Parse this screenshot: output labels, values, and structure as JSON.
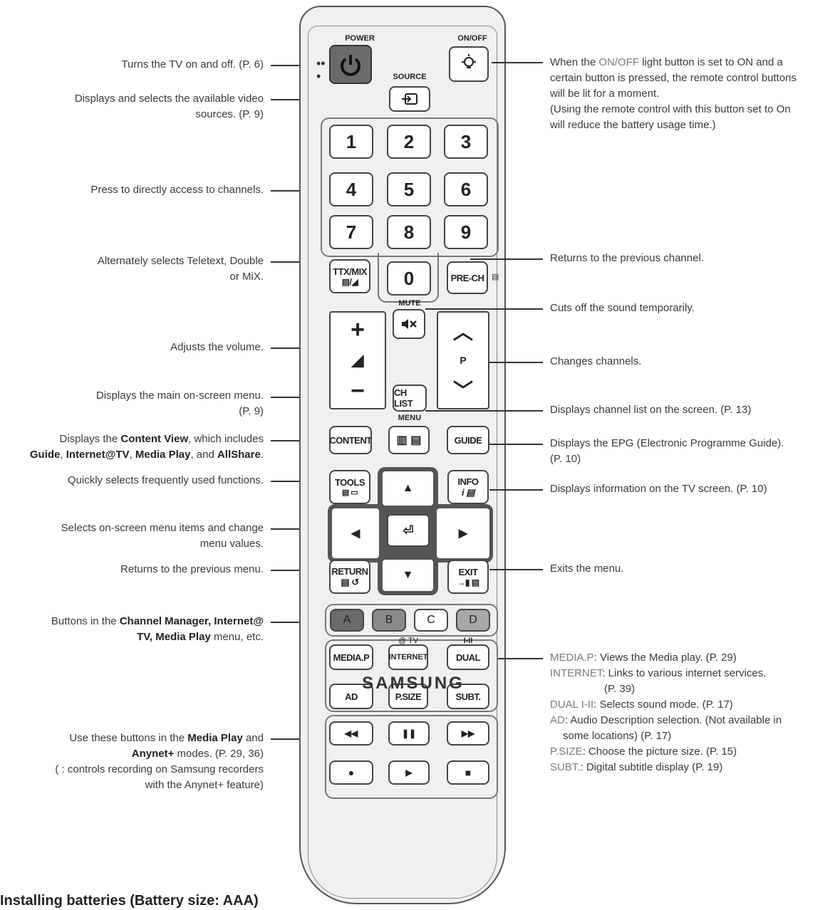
{
  "annotations_left": [
    {
      "id": "power",
      "lines": [
        "Turns the TV on and off. (P. 6)"
      ]
    },
    {
      "id": "source",
      "lines": [
        "Displays and selects the available video",
        "sources. (P. 9)"
      ]
    },
    {
      "id": "numbers",
      "lines": [
        "Press to directly access to channels."
      ]
    },
    {
      "id": "ttx",
      "lines": [
        "Alternately selects Teletext, Double",
        "or MiX."
      ]
    },
    {
      "id": "volume",
      "lines": [
        "Adjusts the volume."
      ]
    },
    {
      "id": "menu",
      "lines": [
        "Displays the main on-screen menu.",
        "(P. 9)"
      ]
    },
    {
      "id": "tools",
      "lines": [
        "Quickly selects frequently used functions."
      ]
    },
    {
      "id": "nav",
      "lines": [
        "Selects on-screen menu items and change",
        "menu values."
      ]
    },
    {
      "id": "return",
      "lines": [
        "Returns to the previous menu."
      ]
    }
  ],
  "content_note": {
    "pre": "Displays the ",
    "b1": "Content View",
    "mid": ", which includes",
    "b2": "Guide",
    "c1": ", ",
    "b3": "Internet@TV",
    "c2": ", ",
    "b4": "Media Play",
    "c3": ", and ",
    "b5": "AllShare",
    "end": "."
  },
  "color_note": {
    "pre": "Buttons in the ",
    "b1": "Channel Manager, Internet@",
    "b2": "TV, Media Play",
    "end": " menu, etc."
  },
  "media_note": {
    "pre": "Use these buttons in the ",
    "b1": "Media Play",
    "and": " and",
    "b2": "Anynet+",
    "modes": " modes. (P. 29, 36)",
    "l3": "(   : controls recording on Samsung recorders",
    "l4": "with the Anynet+ feature)"
  },
  "annotations_right": [
    {
      "id": "onoff",
      "lines": [
        "When the ",
        "ON/OFF",
        " light button is set to ON and a",
        "certain button is pressed, the remote control buttons",
        "will be lit for a moment.",
        "(Using the remote control with this button set to On",
        "will reduce the battery usage time.)"
      ]
    },
    {
      "id": "prech",
      "lines": [
        "Returns to the previous channel."
      ]
    },
    {
      "id": "mute",
      "lines": [
        "Cuts off the sound temporarily."
      ]
    },
    {
      "id": "channel",
      "lines": [
        "Changes channels."
      ]
    },
    {
      "id": "chlist",
      "lines": [
        "Displays channel list on the screen. (P. 13)"
      ]
    },
    {
      "id": "guide",
      "lines": [
        "Displays the EPG (Electronic Programme Guide).",
        "(P. 10)"
      ]
    },
    {
      "id": "info",
      "lines": [
        "Displays information on the TV screen. (P. 10)"
      ]
    },
    {
      "id": "exit",
      "lines": [
        "Exits the menu."
      ]
    }
  ],
  "function_list": [
    {
      "key": "MEDIA.P",
      "text": ": Views the Media play. (P. 29)"
    },
    {
      "key": "INTERNET",
      "text": ": Links to various internet services."
    },
    {
      "key": "",
      "text": "(P. 39)"
    },
    {
      "key": "DUAL I-II",
      "text": ": Selects sound mode. (P. 17)"
    },
    {
      "key": "AD",
      "text": ": Audio Description selection. (Not available in"
    },
    {
      "key": "",
      "text": "some locations) (P. 17)"
    },
    {
      "key": "P.SIZE",
      "text": ": Choose the picture size. (P. 15)"
    },
    {
      "key": "SUBT.",
      "text": ": Digital subtitle display (P. 19)"
    }
  ],
  "remote": {
    "power": "POWER",
    "onoff": "ON/OFF",
    "source": "SOURCE",
    "numbers": [
      "1",
      "2",
      "3",
      "4",
      "5",
      "6",
      "7",
      "8",
      "9",
      "0"
    ],
    "ttx": "TTX/MIX",
    "prech": "PRE-CH",
    "mute": "MUTE",
    "p": "P",
    "chlist": "CH LIST",
    "menu": "MENU",
    "content": "CONTENT",
    "guide": "GUIDE",
    "tools": "TOOLS",
    "info": "INFO",
    "return": "RETURN",
    "exit": "EXIT",
    "colors": [
      "A",
      "B",
      "C",
      "D"
    ],
    "media": "MEDIA.P",
    "internet": "INTERNET",
    "internet_top": "@ TV",
    "dual": "DUAL",
    "dual_top": "I-II",
    "ad": "AD",
    "psize": "P.SIZE",
    "subt": "SUBT.",
    "logo": "SAMSUNG"
  },
  "colors": {
    "onoff_hl": "#7a7a7a",
    "power_bg": "#6b6b6b",
    "btn_a": "#6b6b6b",
    "btn_b": "#8a8a8a",
    "btn_d": "#a8a8a8"
  },
  "footer_heading": "Installing batteries (Battery size: AAA)"
}
